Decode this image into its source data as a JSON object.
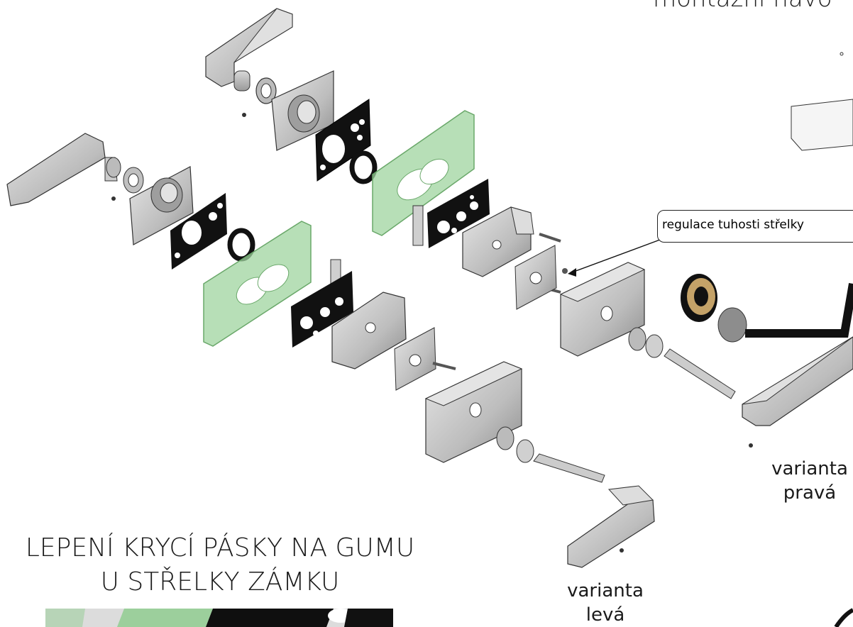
{
  "title": "montážní návo",
  "callout": "regulace tuhosti střelky",
  "heading_line1": "LEPENÍ KRYCÍ PÁSKY NA GUMU",
  "heading_line2": "U STŘELKY ZÁMKU",
  "variant_right": {
    "line1": "varianta",
    "line2": "pravá"
  },
  "variant_left": {
    "line1": "varianta",
    "line2": "levá"
  },
  "colors": {
    "metal": "#c9c9c9",
    "metal_dark": "#8e8e8e",
    "rubber": "#111111",
    "green_gasket": "#9fd49f",
    "green_edge": "#6aa86a",
    "outline": "#333333"
  }
}
